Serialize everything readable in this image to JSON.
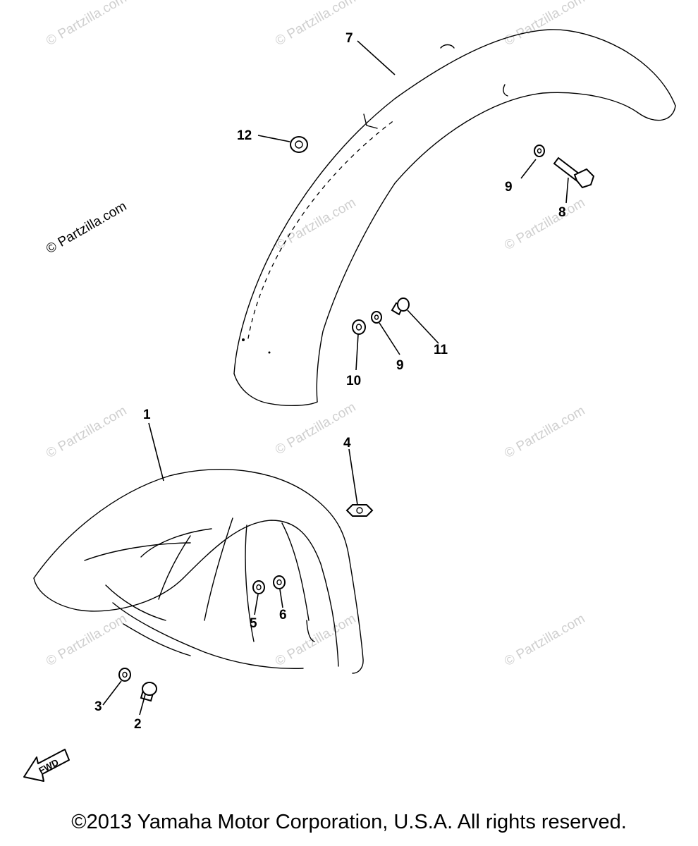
{
  "callouts": {
    "c1": "1",
    "c2": "2",
    "c3": "3",
    "c4": "4",
    "c5": "5",
    "c6": "6",
    "c7": "7",
    "c8": "8",
    "c9a": "9",
    "c9b": "9",
    "c10": "10",
    "c11": "11",
    "c12": "12"
  },
  "fwd_label": "FWD",
  "watermark": "© Partzilla.com",
  "copyright": "©2013 Yamaha Motor Corporation, U.S.A. All rights reserved."
}
